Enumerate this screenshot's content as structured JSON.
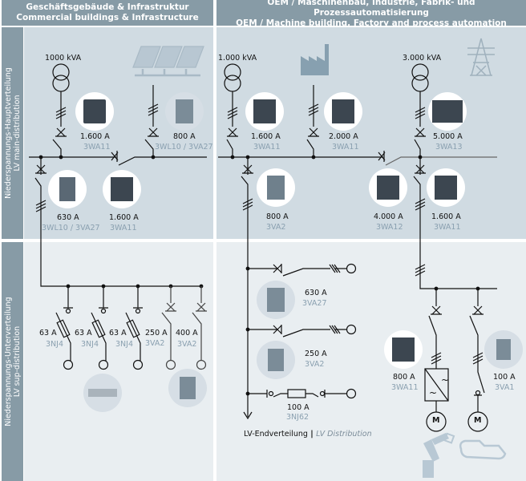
{
  "headers": {
    "left": {
      "line1": "Geschäftsgebäude & Infrastruktur",
      "line2": "Commercial buildings & Infrastructure"
    },
    "right": {
      "line1": "OEM / Maschinenbau, Industrie, Fabrik- und Prozessautomatisierung",
      "line2": "OEM / Machine building, Factory and process automation"
    }
  },
  "rows": {
    "main": {
      "line1": "Niederspannungs-Hauptverteilung",
      "line2": "LV main-distribution"
    },
    "sub": {
      "line1": "Niederspannungs-Unterverteilung",
      "line2": "LV sup-distribution"
    }
  },
  "transformers": [
    {
      "rating": "1000 kVA"
    },
    {
      "rating": "1.000 kVA"
    },
    {
      "rating": "3.000 kVA"
    }
  ],
  "main_devices": [
    {
      "current": "1.600 A",
      "type": "3WA11"
    },
    {
      "current": "800 A",
      "type": "3WL10 / 3VA27"
    },
    {
      "current": "630 A",
      "type": "3WL10 / 3VA27"
    },
    {
      "current": "1.600 A",
      "type": "3WA11"
    },
    {
      "current": "1.600 A",
      "type": "3WA11"
    },
    {
      "current": "2.000 A",
      "type": "3WA11"
    },
    {
      "current": "5.000 A",
      "type": "3WA13"
    },
    {
      "current": "800 A",
      "type": "3VA2"
    },
    {
      "current": "4.000 A",
      "type": "3WA12"
    },
    {
      "current": "1.600 A",
      "type": "3WA11"
    }
  ],
  "sub_devices_left": [
    {
      "current": "63 A",
      "type": "3NJ4"
    },
    {
      "current": "63 A",
      "type": "3NJ4"
    },
    {
      "current": "63 A",
      "type": "3NJ4"
    },
    {
      "current": "250 A",
      "type": "3VA2"
    },
    {
      "current": "400 A",
      "type": "3VA2"
    }
  ],
  "sub_devices_mid": [
    {
      "current": "630 A",
      "type": "3VA27"
    },
    {
      "current": "250 A",
      "type": "3VA2"
    },
    {
      "current": "100 A",
      "type": "3NJ62"
    }
  ],
  "sub_devices_right": [
    {
      "current": "800 A",
      "type": "3WA11"
    },
    {
      "current": "100 A",
      "type": "3VA1"
    }
  ],
  "motor_label": "M",
  "footer": {
    "label": "LV-Endverteilung",
    "separator": " | ",
    "label_en": "LV Distribution"
  },
  "colors": {
    "header": "#879ba6",
    "main_bg": "#d0dbe2",
    "sub_bg": "#e9eef1",
    "type_text": "#8aa0b0"
  }
}
